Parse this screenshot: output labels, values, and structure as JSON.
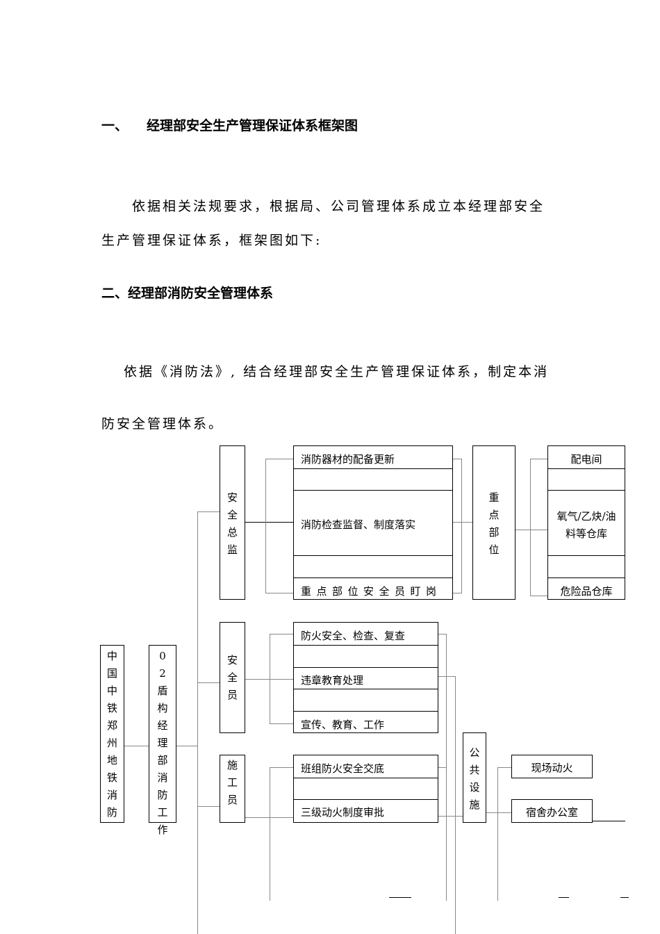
{
  "section1": {
    "number": "一、",
    "title": "经理部安全生产管理保证体系框架图",
    "para_line1": "依据相关法规要求，根据局、公司管理体系成立本经理部安全",
    "para_line2": "生产管理保证体系，框架图如下:"
  },
  "section2": {
    "title": "二、经理部消防安全管理体系",
    "para_line1": "依据《消防法》, 结合经理部安全生产管理保证体系，制定本消",
    "para_line2": "防安全管理体系。"
  },
  "diagram": {
    "root": "中国中铁郑州地铁消防",
    "dept": "02盾构经理部消防工作",
    "roles": {
      "director": "安全总监",
      "officer": "安全员",
      "worker": "施工员"
    },
    "director_tasks": [
      "消防器材的配备更新",
      "消防检查监督、制度落实",
      "重点部位安全员盯岗"
    ],
    "officer_tasks": [
      "防火安全、检查、复查",
      "违章教育处理",
      "宣传、教育、工作"
    ],
    "worker_tasks": [
      "班组防火安全交底",
      "三级动火制度审批"
    ],
    "key_parts": "重点部位",
    "key_places": [
      "配电间",
      "氧气/乙炔/油",
      "料等仓库",
      "危险品仓库"
    ],
    "public": "公共设施",
    "public_places": [
      "现场动火",
      "宿舍办公室"
    ]
  }
}
